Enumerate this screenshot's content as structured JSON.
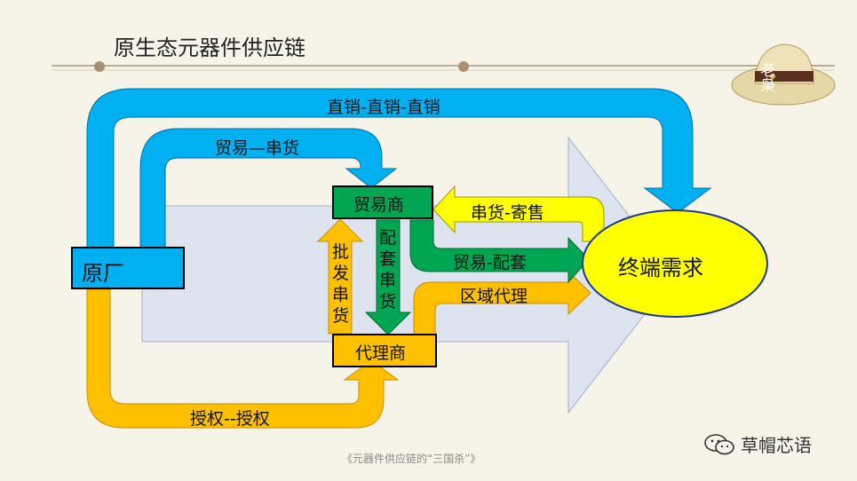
{
  "title": "原生态元器件供应链",
  "footer": "《元器件供应链的“三国杀”》",
  "watermark": "草帽芯语",
  "logo_text": "老枭",
  "nodes": {
    "factory": "原厂",
    "trader": "贸易商",
    "agent": "代理商",
    "demand": "终端需求"
  },
  "flows": {
    "direct": "直销-直销-直销",
    "trade_crossgoods": "贸易—串货",
    "crossgoods_consign": "串货-寄售",
    "trade_matching": "贸易-配套",
    "regional_agent": "区域代理",
    "authorization": "授权--授权",
    "wholesale_vertical": "批发串货",
    "matching_vertical": "配套串货"
  },
  "colors": {
    "blue": "#00b0f0",
    "green": "#00a651",
    "orange": "#ffc000",
    "yellow": "#ffff00",
    "big_arrow": "#dde3ef"
  }
}
